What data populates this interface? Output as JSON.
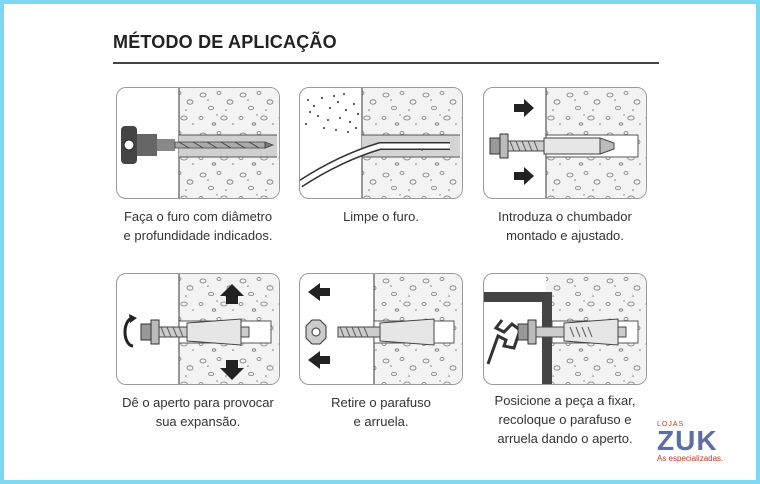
{
  "title": "MÉTODO DE APLICAÇÃO",
  "steps": [
    {
      "name": "drill-hole",
      "caption": [
        "Faça o furo com diâmetro",
        "e profundidade indicados."
      ]
    },
    {
      "name": "clean-hole",
      "caption": [
        "Limpe o furo."
      ]
    },
    {
      "name": "insert-anchor",
      "caption": [
        "Introduza o chumbador",
        "montado e ajustado."
      ]
    },
    {
      "name": "tighten-expand",
      "caption": [
        "Dê o aperto para provocar",
        "sua expansão."
      ]
    },
    {
      "name": "remove-screw",
      "caption": [
        "Retire o parafuso",
        "e arruela."
      ]
    },
    {
      "name": "fix-piece",
      "caption": [
        "Posicione a peça a fixar,",
        "recoloque o parafuso e",
        "arruela dando o aperto."
      ]
    }
  ],
  "brand": {
    "lojas": "LOJAS",
    "name": "ZUK",
    "tagline": "As especializadas."
  },
  "colors": {
    "frame": "#7fd8f2",
    "concrete": "#f1f1f1",
    "hole": "#c9c9c9",
    "brand": "#5b6ea6",
    "brand_accent": "#c0392b"
  }
}
